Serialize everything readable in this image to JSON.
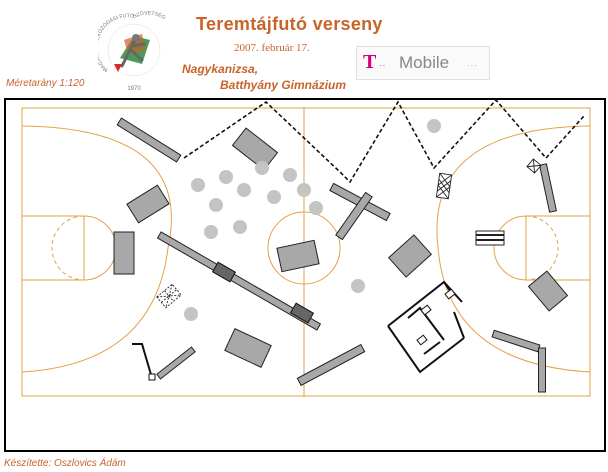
{
  "header": {
    "title": "Teremtájfutó verseny",
    "date": "2007. február 17.",
    "location_line1": "Nagykanizsa,",
    "location_line2": "Batthyány Gimnázium"
  },
  "scale": "Méretarány 1:120",
  "author": "Készítette: Oszlovics Ádám",
  "sponsor": {
    "letter": "T",
    "name": "Mobile",
    "dots": "··",
    "trailing_dots": "···",
    "brand_color": "#d4007a"
  },
  "logo": {
    "text_left": "MAGYAR TÁJÉKOZÓDÁSI FUTÓ",
    "text_right": "SZÖVETSÉG",
    "year": "1970"
  },
  "colors": {
    "accent": "#c8632a",
    "court_lines": "#e3a24a",
    "obstacle_fill": "#a8a8a8",
    "obstacle_stroke": "#222222",
    "ball_fill": "#c4c4c4"
  },
  "map_icons": [
    "rectangle-obstacle",
    "round-ball",
    "dashed-rope",
    "basketball-hoop",
    "hurdle-cross"
  ]
}
